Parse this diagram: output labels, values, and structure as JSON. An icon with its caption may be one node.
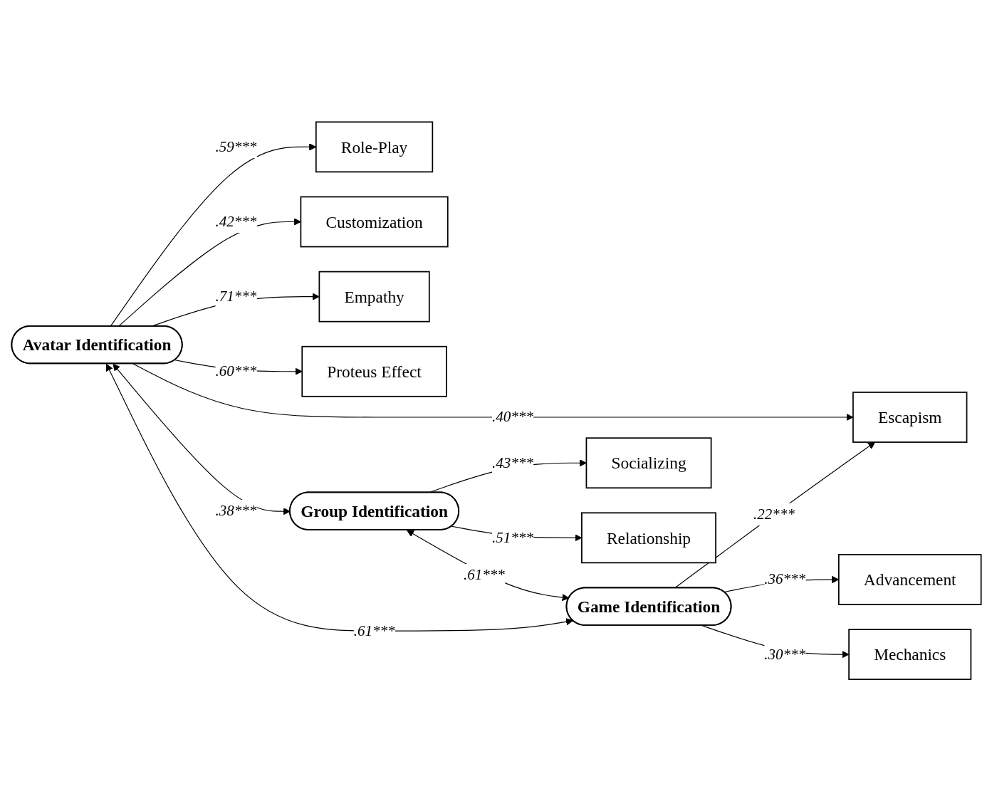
{
  "diagram": {
    "nodes": [
      {
        "text": [
          "Avatar Identification"
        ]
      },
      {
        "text": [
          "Group Identification"
        ]
      },
      {
        "text": [
          "Game Identification"
        ]
      },
      {
        "text": [
          "Role-Play"
        ]
      },
      {
        "text": [
          "Customization"
        ]
      },
      {
        "text": [
          "Empathy"
        ]
      },
      {
        "text": [
          "Proteus Effect"
        ]
      },
      {
        "text": [
          "Escapism"
        ]
      },
      {
        "text": [
          "Socializing"
        ]
      },
      {
        "text": [
          "Relationship"
        ]
      },
      {
        "text": [
          "Advancement"
        ]
      },
      {
        "text": [
          "Mechanics"
        ]
      }
    ],
    "edges": [
      {
        "from": 0,
        "to": 3,
        "arrow": "to",
        "label": ".59***"
      },
      {
        "from": 0,
        "to": 4,
        "arrow": "to",
        "label": ".42***"
      },
      {
        "from": 0,
        "to": 5,
        "arrow": "to",
        "label": ".71***"
      },
      {
        "from": 0,
        "to": 6,
        "arrow": "to",
        "label": ".60***"
      },
      {
        "from": 0,
        "to": 7,
        "arrow": "to",
        "label": ".40***"
      },
      {
        "from": 0,
        "to": 1,
        "arrow": "both",
        "label": ".38***"
      },
      {
        "from": 0,
        "to": 2,
        "arrow": "both",
        "label": ".61***"
      },
      {
        "from": 1,
        "to": 8,
        "arrow": "to",
        "label": ".43***"
      },
      {
        "from": 1,
        "to": 9,
        "arrow": "to",
        "label": ".51***"
      },
      {
        "from": 1,
        "to": 2,
        "arrow": "both",
        "label": ".61***"
      },
      {
        "from": 2,
        "to": 7,
        "arrow": "to",
        "label": ".22***"
      },
      {
        "from": 2,
        "to": 10,
        "arrow": "to",
        "label": ".36***"
      },
      {
        "from": 2,
        "to": 11,
        "arrow": "to",
        "label": ".30***"
      }
    ]
  }
}
